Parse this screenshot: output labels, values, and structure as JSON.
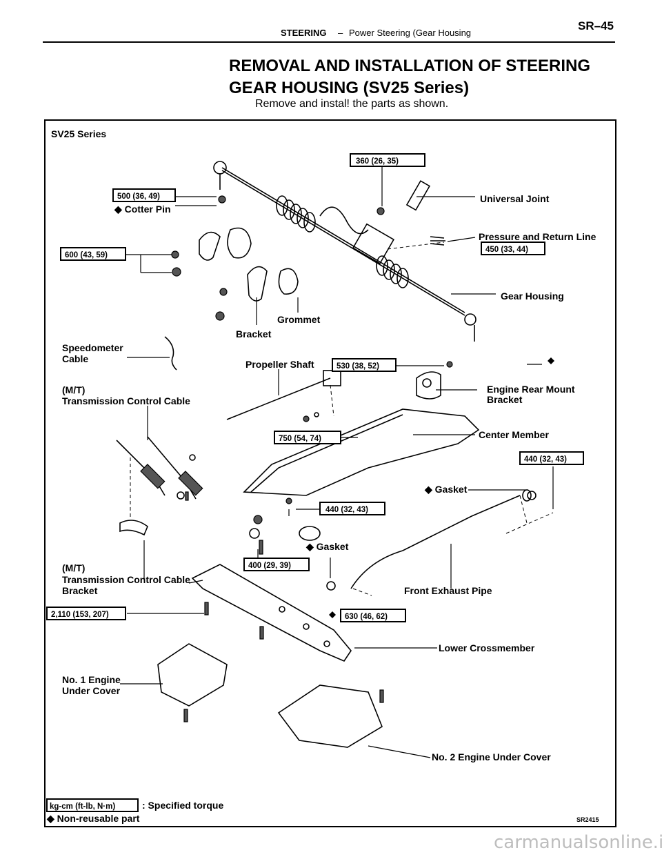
{
  "header": {
    "section": "STEERING",
    "separator": "–",
    "subsection": "Power Steering (Gear Housing",
    "page": "SR–45"
  },
  "title": {
    "line1": "REMOVAL AND INSTALLATION OF STEERING",
    "line2": "GEAR HOUSING (SV25 Series)"
  },
  "intro": "Remove and instal! the parts as shown.",
  "diagram": {
    "series_label": "SV25 Series",
    "figure_code": "SR2415",
    "torques": {
      "t1": "500 (36, 49)",
      "t2": "360 (26, 35)",
      "t3": "600 (43, 59)",
      "t4": "450 (33, 44)",
      "t5": "530 (38, 52)",
      "t6": "750 (54, 74)",
      "t7": "440 (32, 43)",
      "t8": "440 (32, 43)",
      "t9": "400 (29, 39)",
      "t10": "2,110 (153, 207)",
      "t11": "630 (46, 62)"
    },
    "labels": {
      "cotter_pin": "◆ Cotter Pin",
      "universal_joint": "Universal Joint",
      "pressure_return": "Pressure and Return Line",
      "gear_housing": "Gear Housing",
      "grommet": "Grommet",
      "bracket": "Bracket",
      "speedo_1": "Speedometer",
      "speedo_2": "Cable",
      "propeller_shaft": "Propeller Shaft",
      "engine_mount_1": "Engine Rear Mount",
      "engine_mount_2": "Bracket",
      "mt_1": "(M/T)",
      "trans_cable": "Transmission Control Cable",
      "center_member": "Center Member",
      "gasket_1": "◆ Gasket",
      "gasket_2": "◆ Gasket",
      "mt_2": "(M/T)",
      "trans_bracket_1": "Transmission Control Cable",
      "trans_bracket_2": "Bracket",
      "front_exhaust": "Front Exhaust Pipe",
      "lower_cross": "Lower Crossmember",
      "under1_1": "No. 1 Engine",
      "under1_2": "Under Cover",
      "under2": "No. 2 Engine Under Cover"
    },
    "legend": {
      "unit": "kg-cm (ft-lb, N·m)",
      "torque_text": ": Specified torque",
      "non_reusable": "◆ Non-reusable part"
    }
  },
  "footer_watermark": "carmanualsonline.info"
}
